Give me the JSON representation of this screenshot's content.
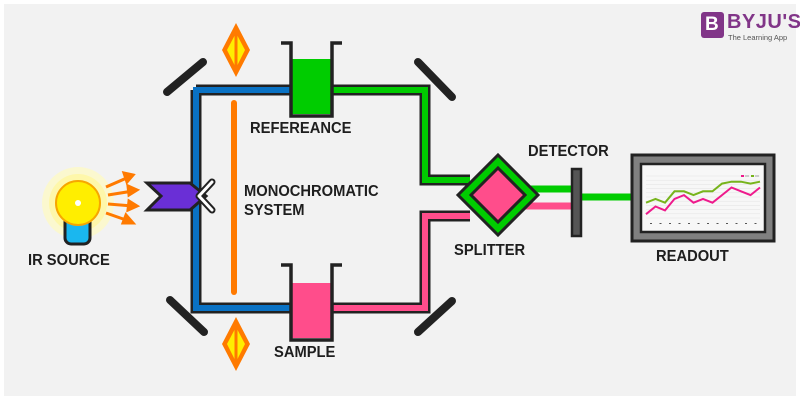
{
  "brand": {
    "logo_letter": "B",
    "name": "BYJU'S",
    "tagline": "The Learning App",
    "color": "#813588"
  },
  "labels": {
    "ir_source": "IR SOURCE",
    "reference": "REFEREANCE",
    "monochromatic_line1": "MONOCHROMATIC",
    "monochromatic_line2": "SYSTEM",
    "sample": "SAMPLE",
    "splitter": "SPLITTER",
    "detector": "DETECTOR",
    "readout": "READOUT"
  },
  "colors": {
    "reference_beam": "#00cc00",
    "sample_beam": "#ff4d8b",
    "source_beam": "#0a72c4",
    "monochromator": "#ff7a00",
    "chopper": "#6a2fd6",
    "outline": "#222222"
  },
  "readout_chart": {
    "type": "line",
    "series": [
      {
        "name": "reference",
        "color": "#77b41c",
        "values": [
          4,
          5,
          4,
          7,
          7,
          6,
          7,
          7,
          9,
          9.5,
          9.5,
          9,
          9.5
        ]
      },
      {
        "name": "sample",
        "color": "#ee1a8c",
        "values": [
          1,
          3,
          2,
          5,
          6,
          4,
          5,
          4,
          6,
          8,
          7,
          6,
          8
        ]
      }
    ]
  }
}
